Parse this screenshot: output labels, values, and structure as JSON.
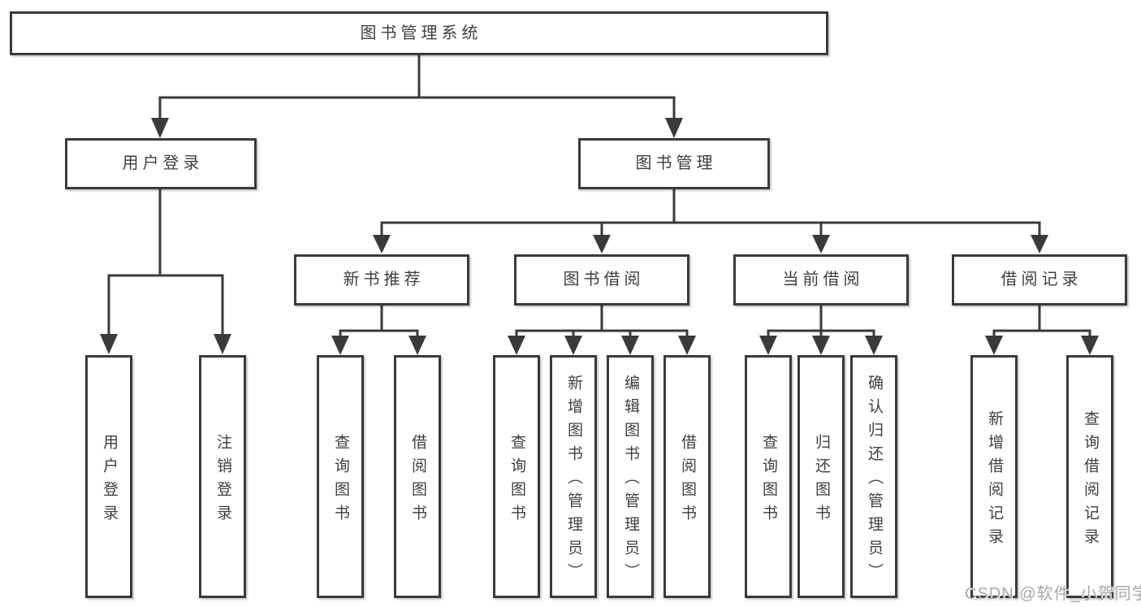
{
  "diagram": {
    "root": "图书管理系统",
    "level2": [
      "用户登录",
      "图书管理"
    ],
    "level3": [
      "新书推荐",
      "图书借阅",
      "当前借阅",
      "借阅记录"
    ],
    "leaves": [
      "用户登录",
      "注销登录",
      "查询图书",
      "借阅图书",
      "查询图书",
      "新增图书（管理员）",
      "编辑图书（管理员）",
      "借阅图书",
      "查询图书",
      "归还图书",
      "确认归还（管理员）",
      "新增借阅记录",
      "查询借阅记录"
    ]
  },
  "watermark": "CSDN @软件_小贺同学",
  "colors": {
    "line": "#3a3a3a",
    "text": "#3f3f3f",
    "watermark": "#a8a8a8",
    "background": "#ffffff"
  }
}
